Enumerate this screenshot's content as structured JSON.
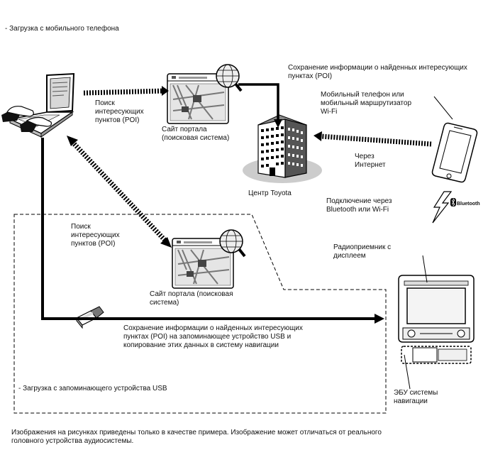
{
  "labels": {
    "mobile_download": "- Загрузка с мобильного телефона",
    "usb_download": "- Загрузка с запоминающего устройства USB",
    "search_poi_1": [
      "Поиск",
      "интересующих",
      "пунктов (POI)"
    ],
    "search_poi_2": [
      "Поиск",
      "интересующих",
      "пунктов (POI)"
    ],
    "portal_site_1": [
      "Сайт портала",
      "(поисковая система)"
    ],
    "portal_site_2": [
      "Сайт портала (поисковая",
      "система)"
    ],
    "save_poi_info": [
      "Сохранение информации о найденных интересующих",
      "пунктах (POI)"
    ],
    "mobile_router": [
      "Мобильный телефон или",
      "мобильный маршрутизатор",
      "Wi-Fi"
    ],
    "via_internet": [
      "Через",
      "Интернет"
    ],
    "toyota_center": "Центр Toyota",
    "connect_bt_wifi": [
      "Подключение через",
      "Bluetooth или Wi-Fi"
    ],
    "radio_display": [
      "Радиоприемник с",
      "дисплеем"
    ],
    "save_usb": [
      "Сохранение информации о найденных интересующих",
      "пунктах (POI) на запоминающее устройство USB и",
      "копирование этих данных в систему навигации"
    ],
    "nav_ecu": [
      "ЭБУ системы",
      "навигации"
    ],
    "footnote": [
      "Изображения на рисунках приведены только в качестве примера.  Изображение может отличаться от реального",
      "головного устройства аудиосистемы."
    ],
    "bluetooth_logo": "Bluetooth"
  },
  "icons": [
    "laptop-icon",
    "portal-window-icon",
    "magnifier-globe-icon",
    "building-icon",
    "smartphone-icon",
    "usb-stick-icon",
    "head-unit-icon",
    "nav-ecu-icon",
    "bluetooth-icon"
  ]
}
